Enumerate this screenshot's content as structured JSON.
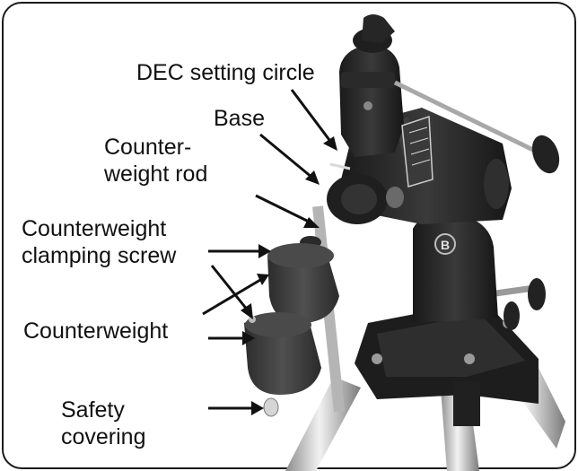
{
  "figure": {
    "callouts": {
      "dec_setting_circle": "DEC setting circle",
      "base": "Base",
      "counterweight_rod": "Counter-\nweight rod",
      "counterweight_clamping_screw": "Counterweight\nclamping screw",
      "counterweight": "Counterweight",
      "safety_covering": "Safety\ncovering"
    },
    "colors": {
      "outline": "#1a1a1a",
      "mount_body": "#262626",
      "counterweight": "#3c3c3c",
      "metal": "#c9c9c9",
      "text": "#111111"
    }
  }
}
